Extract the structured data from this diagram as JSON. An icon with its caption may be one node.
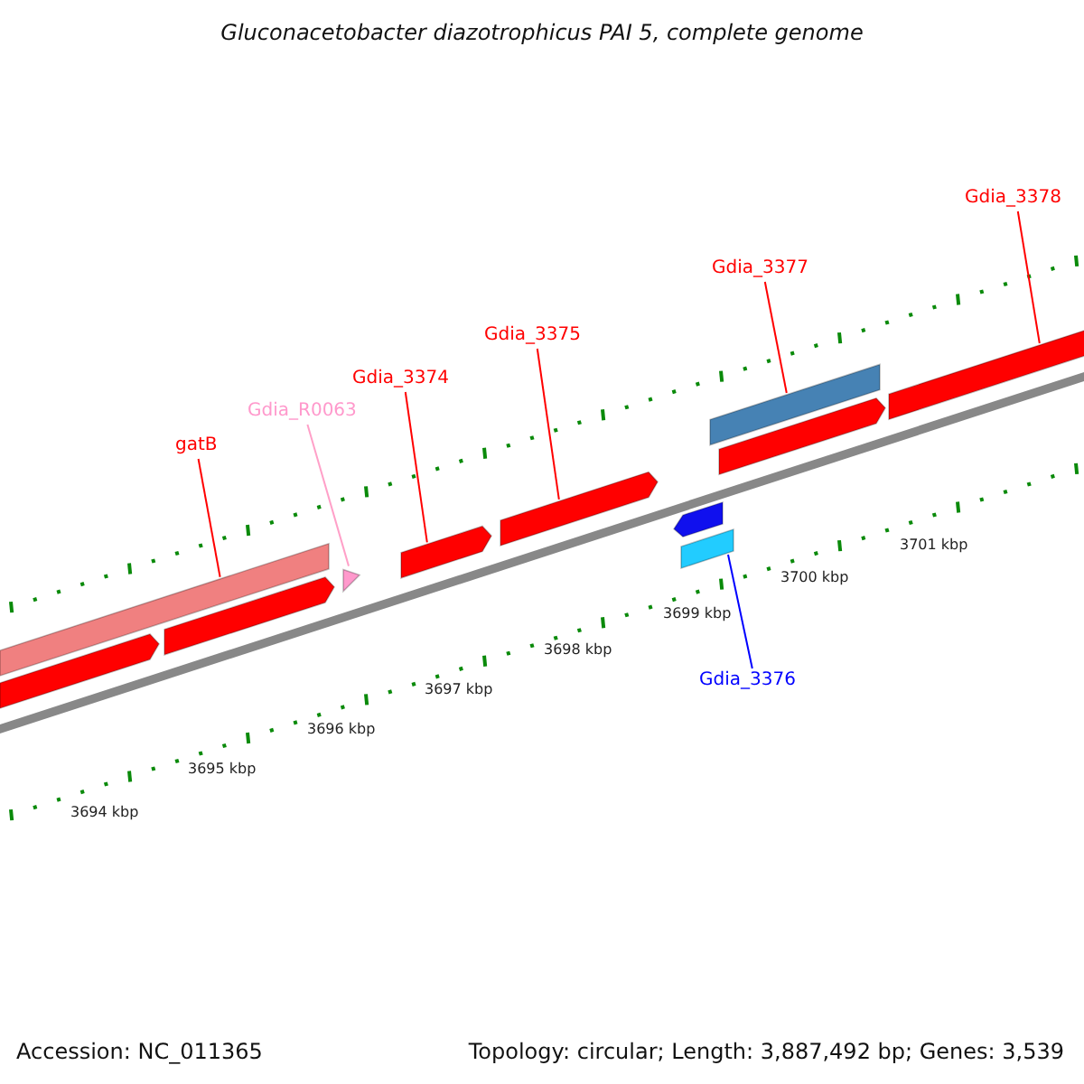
{
  "diagram": {
    "title": "Gluconacetobacter diazotrophicus PAI 5, complete genome",
    "nodes": [
      {
        "text": [
          "gatB"
        ]
      },
      {
        "text": [
          "Gdia_R0063"
        ]
      },
      {
        "text": [
          "Gdia_3374"
        ]
      },
      {
        "text": [
          "Gdia_3375"
        ]
      },
      {
        "text": [
          "Gdia_3377"
        ]
      },
      {
        "text": [
          "Gdia_3378"
        ]
      },
      {
        "text": [
          "Gdia_3376"
        ]
      },
      {
        "text": [],
        "shape": "bar"
      },
      {
        "text": [],
        "shape": "triangle"
      },
      {
        "text": [],
        "shape": "arrow"
      },
      {
        "text": [],
        "shape": "arrow"
      },
      {
        "text": [],
        "shape": "bar"
      },
      {
        "text": [],
        "shape": "arrow"
      },
      {
        "text": [],
        "shape": "bar"
      },
      {
        "text": [],
        "shape": "arrow"
      },
      {
        "text": [],
        "shape": "arrow"
      },
      {
        "text": [],
        "shape": "arrow"
      },
      {
        "text": [],
        "shape": "arrow"
      }
    ],
    "edges": [
      {
        "from": 0,
        "to": 7,
        "arrow": "none",
        "color": "#ff0000"
      },
      {
        "from": 1,
        "to": 8,
        "arrow": "none",
        "color": "#ffa0c8"
      },
      {
        "from": 2,
        "to": 9,
        "arrow": "none",
        "color": "#ff0000"
      },
      {
        "from": 3,
        "to": 10,
        "arrow": "none",
        "color": "#ff0000"
      },
      {
        "from": 4,
        "to": 11,
        "arrow": "none",
        "color": "#ff0000"
      },
      {
        "from": 5,
        "to": 12,
        "arrow": "none",
        "color": "#ff0000"
      },
      {
        "from": 6,
        "to": 13,
        "arrow": "none",
        "color": "#0000ff"
      }
    ],
    "labels": [
      "3694 kbp",
      "3695 kbp",
      "3696 kbp",
      "3697 kbp",
      "3698 kbp",
      "3699 kbp",
      "3700 kbp",
      "3701 kbp",
      "Accession: NC_011365",
      "Topology: circular; Length: 3,887,492 bp; Genes: 3,539"
    ]
  }
}
